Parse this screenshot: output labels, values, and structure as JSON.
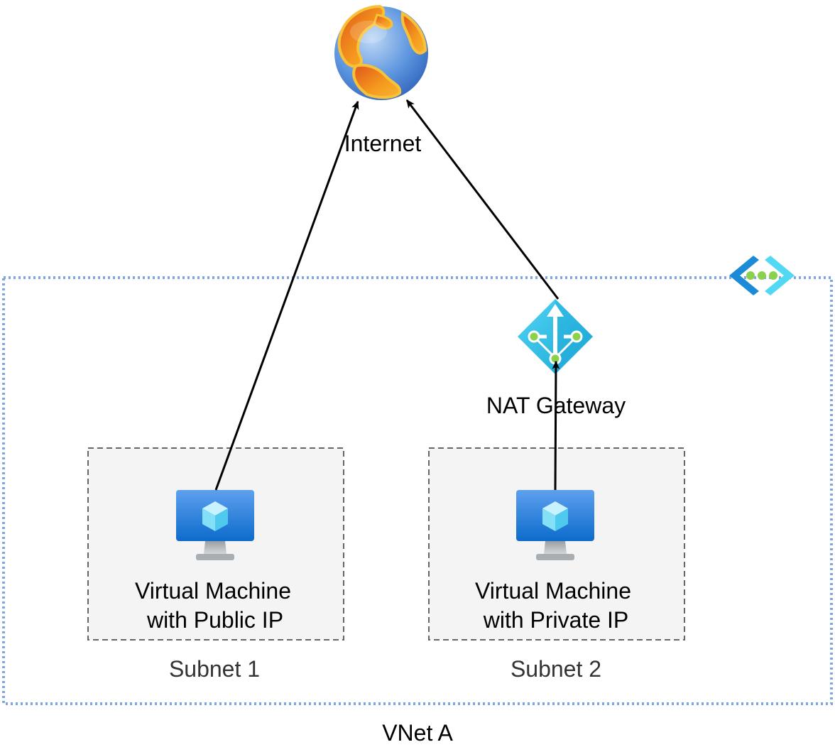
{
  "nodes": {
    "internet": {
      "label": "Internet",
      "icon": "globe-icon"
    },
    "nat_gateway": {
      "label": "NAT Gateway",
      "icon": "nat-gateway-icon"
    },
    "vm_public": {
      "label_line1": "Virtual Machine",
      "label_line2": "with Public IP",
      "icon": "virtual-machine-icon"
    },
    "vm_private": {
      "label_line1": "Virtual Machine",
      "label_line2": "with Private IP",
      "icon": "virtual-machine-icon"
    }
  },
  "groups": {
    "vnet": {
      "label": "VNet A",
      "icon": "virtual-network-icon"
    },
    "subnet1": {
      "label": "Subnet 1"
    },
    "subnet2": {
      "label": "Subnet 2"
    }
  },
  "edges": [
    {
      "from": "Virtual Machine with Public IP",
      "to": "Internet"
    },
    {
      "from": "Virtual Machine with Private IP",
      "to": "NAT Gateway"
    },
    {
      "from": "NAT Gateway",
      "to": "Internet"
    }
  ],
  "colors": {
    "vnet_border": "#7EA6E0",
    "subnet_fill": "#F4F4F4",
    "subnet_border": "#666666",
    "vm_blue": "#1B7FD8",
    "nat_cyan": "#2EC0E8",
    "accent_green": "#8BD14B"
  }
}
